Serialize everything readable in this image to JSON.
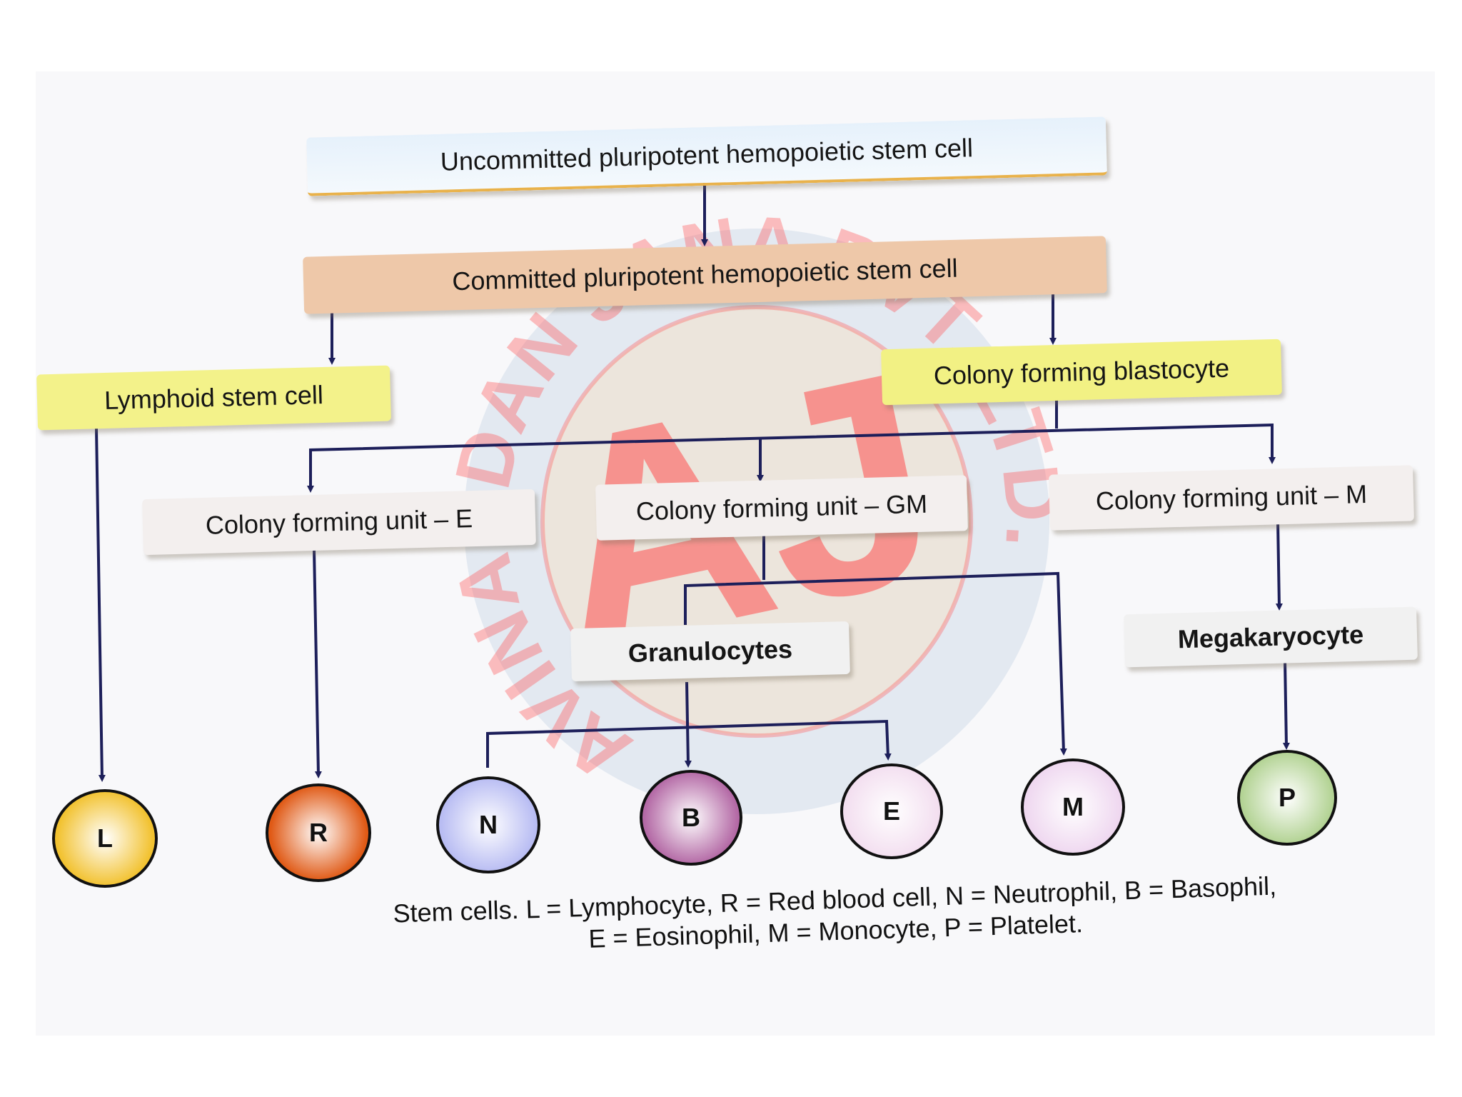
{
  "nodes": {
    "uncommitted": "Uncommitted pluripotent hemopoietic stem cell",
    "committed": "Committed pluripotent hemopoietic stem cell",
    "lymphoid": "Lymphoid stem cell",
    "cfb": "Colony forming blastocyte",
    "cfu_e": "Colony forming unit – E",
    "cfu_gm": "Colony forming unit – GM",
    "cfu_m": "Colony forming unit – M",
    "granulocytes": "Granulocytes",
    "megakaryocyte": "Megakaryocyte"
  },
  "cells": [
    {
      "letter": "L",
      "color": "#f2c230"
    },
    {
      "letter": "R",
      "color": "#e05a16"
    },
    {
      "letter": "N",
      "color": "#b9bdf3"
    },
    {
      "letter": "B",
      "color": "#b46aa6"
    },
    {
      "letter": "E",
      "color": "#f3dff0"
    },
    {
      "letter": "M",
      "color": "#efd8f0"
    },
    {
      "letter": "P",
      "color": "#b3d394"
    }
  ],
  "caption": {
    "line1": "Stem cells. L = Lymphocyte, R = Red blood cell, N = Neutrophil, B = Basophil,",
    "line2": "E = Eosinophil, M = Monocyte, P = Platelet."
  },
  "watermark": {
    "logo_text": "AJ",
    "ring_text": "AVINANDAN JANA PVT. LTD."
  },
  "colors": {
    "arrow": "#1d1f5a",
    "watermark_red": "#ff3b3b",
    "watermark_ring": "#8fb0d6"
  }
}
